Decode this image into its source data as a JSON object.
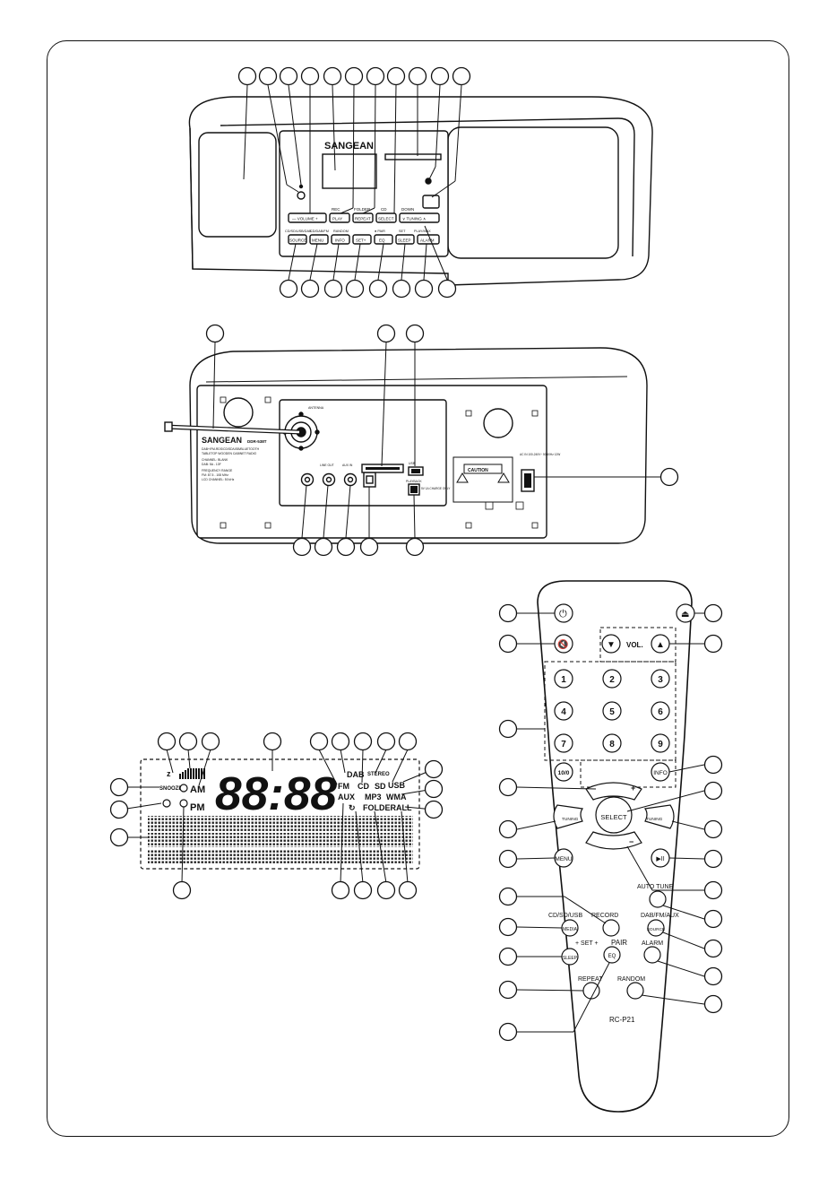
{
  "colors": {
    "ink": "#111111",
    "paper": "#ffffff",
    "shade": "#555555",
    "light": "#d8d8d8"
  },
  "front": {
    "brand": "SANGEAN",
    "keys_top": [
      "—  VOLUME  +",
      "PLAY",
      "REPEAT",
      "SELECT",
      "∨  TUNING  ∧"
    ],
    "keys_top_caps": [
      "",
      "REC",
      "FOLDER",
      "CD",
      "DOWN"
    ],
    "keys_bottom": [
      "SOURCE",
      "MENU",
      "INFO",
      "SET+",
      "EQ",
      "SLEEP",
      "ALARM"
    ],
    "keys_bottom_caps": [
      "CD/SD/USB/DAB",
      "CD/DAB/FM",
      "RANDOM",
      "",
      "● PAIR",
      "SET",
      "PLAY/MAX"
    ]
  },
  "back": {
    "brand": "SANGEAN",
    "model": "DDR-538T",
    "antenna": "ANTENNA",
    "spec_lines": [
      "DAB+/FM-RDS/CD/SD/USB/BLUETOOTH",
      "TABLETOP WOODEN CABINET RADIO",
      "CHANNEL: BLANK",
      "DAB: 5A - 13F",
      "FREQUENCY RANGE",
      "FM: 87.5 - 108 MHz",
      "LCD CHANNEL: 50 kHz"
    ],
    "caution": "CAUTION",
    "ports": [
      "LINE OUT",
      "AUX IN",
      "USB",
      "PLAYBACK"
    ],
    "ac_label": "AC IN 100-240V~ 50/60Hz 12W",
    "usb_note": "5V 1A CHARGE ONLY"
  },
  "display": {
    "digits": "88:88",
    "am": "AM",
    "pm": "PM",
    "snooze": "SNOOZE",
    "z": "z",
    "dab": "DAB",
    "fm": "FM",
    "cd": "CD",
    "usb": "USB",
    "aux": "AUX",
    "mp3": "MP3",
    "wma": "WMA",
    "folder": "FOLDER",
    "all": "ALL",
    "stereo": "STEREO",
    "sd": "SD"
  },
  "remote": {
    "power": "⏻",
    "eject": "⏏",
    "mute": "🔇",
    "vol_down": "▼",
    "vol_label": "VOL.",
    "vol_up": "▲",
    "numbers": [
      "1",
      "2",
      "3",
      "4",
      "5",
      "6",
      "7",
      "8",
      "9",
      "10/0"
    ],
    "info": "INFO",
    "folder_plus": "+",
    "folder_minus": "−",
    "tuning_left": "TUNING",
    "tuning_right": "TUNING",
    "select": "SELECT",
    "menu": "MENU",
    "play_pause": "▶II",
    "auto_tune": "AUTO TUNE",
    "cd_sd_usb": "CD/SD/USB",
    "record": "RECORD",
    "dab_fm_aux": "DAB/FM/AUX",
    "media": "MEDIA",
    "source": "SOURCE",
    "sleep": "SLEEP",
    "set": "+ SET +",
    "pair": "PAIR",
    "alarm": "ALARM",
    "repeat": "REPEAT",
    "eq": "EQ",
    "random": "RANDOM",
    "model": "RC-P21"
  }
}
